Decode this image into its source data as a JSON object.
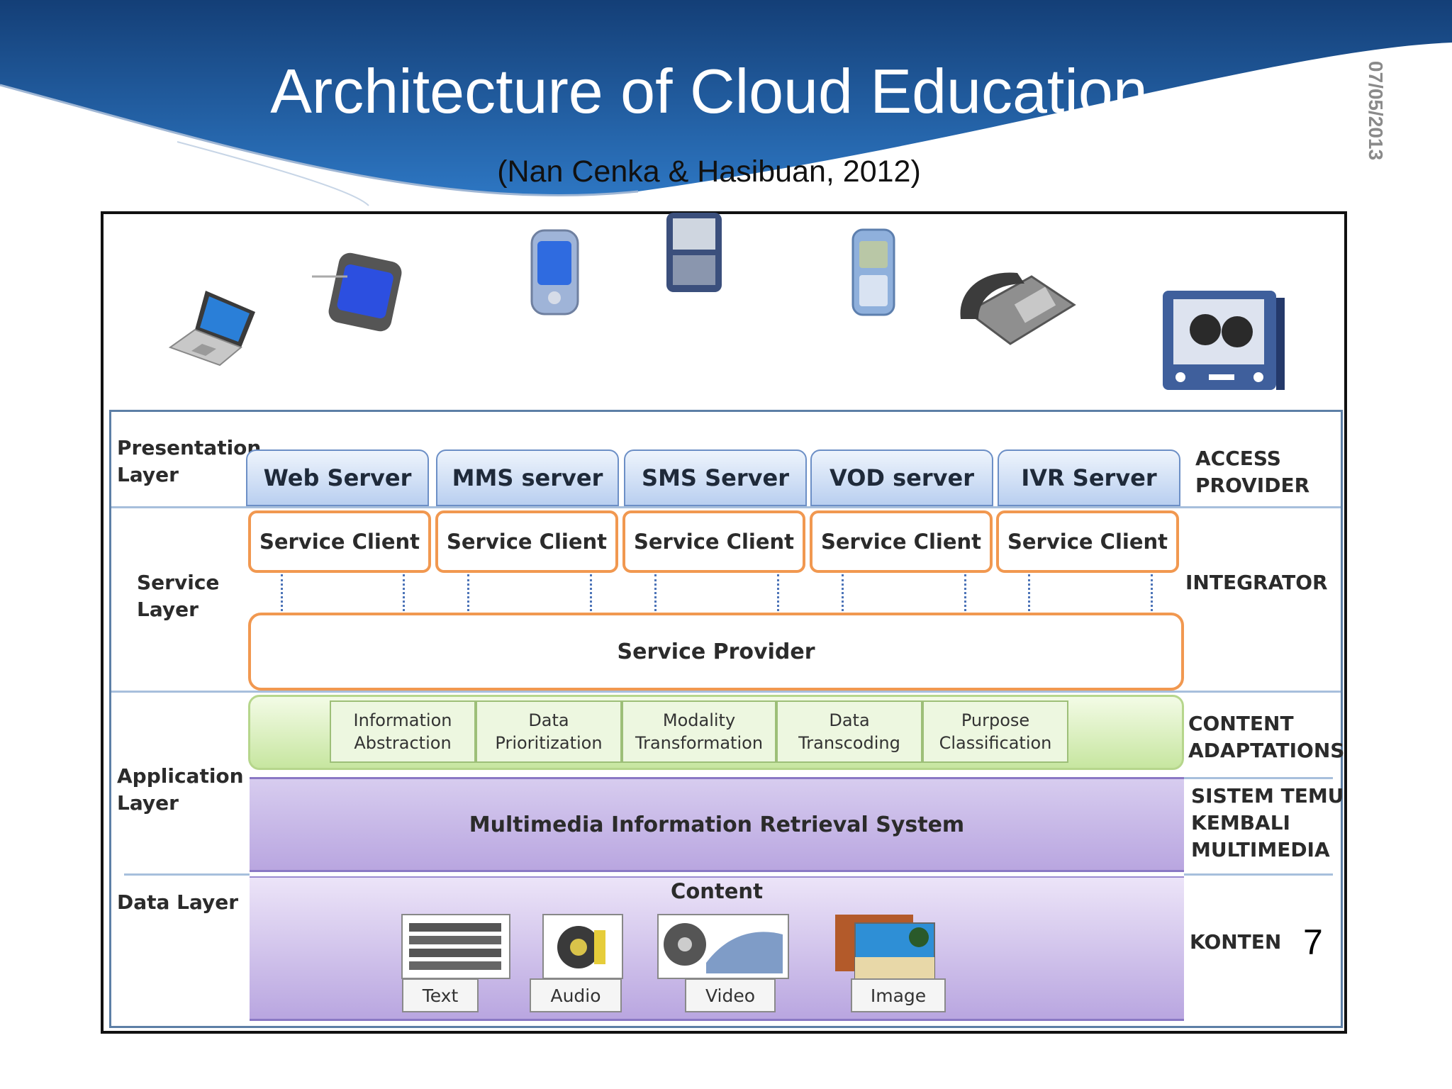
{
  "slide": {
    "title": "Architecture of Cloud Education",
    "citation": "(Nan Cenka & Hasibuan, 2012)",
    "date": "07/05/2013",
    "page_number": "7"
  },
  "devices": [
    {
      "icon": "laptop-icon"
    },
    {
      "icon": "tablet-icon"
    },
    {
      "icon": "pda-icon"
    },
    {
      "icon": "smartphone-icon"
    },
    {
      "icon": "mobile-phone-icon"
    },
    {
      "icon": "desk-phone-icon"
    },
    {
      "icon": "television-icon"
    }
  ],
  "layers": {
    "presentation": "Presentation\nLayer",
    "service": "Service\nLayer",
    "application": "Application\nLayer",
    "data": "Data Layer"
  },
  "presentation": {
    "servers": [
      "Web Server",
      "MMS server",
      "SMS Server",
      "VOD server",
      "IVR Server"
    ],
    "side_label": "ACCESS\nPROVIDER"
  },
  "service": {
    "clients": [
      "Service Client",
      "Service Client",
      "Service Client",
      "Service Client",
      "Service Client"
    ],
    "provider": "Service Provider",
    "side_label": "INTEGRATOR"
  },
  "application": {
    "adaptations": [
      "Information\nAbstraction",
      "Data\nPrioritization",
      "Modality\nTransformation",
      "Data\nTranscoding",
      "Purpose\nClassification"
    ],
    "adaptations_side_label": "CONTENT\nADAPTATIONS",
    "retrieval_system": "Multimedia Information Retrieval System",
    "retrieval_side_label": "SISTEM TEMU\nKEMBALI\nMULTIMEDIA"
  },
  "data": {
    "content_title": "Content",
    "media": [
      {
        "label": "Text",
        "icon": "text-stack-icon"
      },
      {
        "label": "Audio",
        "icon": "audio-speaker-icon"
      },
      {
        "label": "Video",
        "icon": "video-reel-icon"
      },
      {
        "label": "Image",
        "icon": "image-photos-icon"
      }
    ],
    "side_label": "KONTEN"
  },
  "colors": {
    "header_blue": "#1f5b9e",
    "server_tab": "#b9cff0",
    "service_orange": "#f19850",
    "adapt_green": "#c7e6a0",
    "retrieval_purple": "#b9a6e0"
  }
}
